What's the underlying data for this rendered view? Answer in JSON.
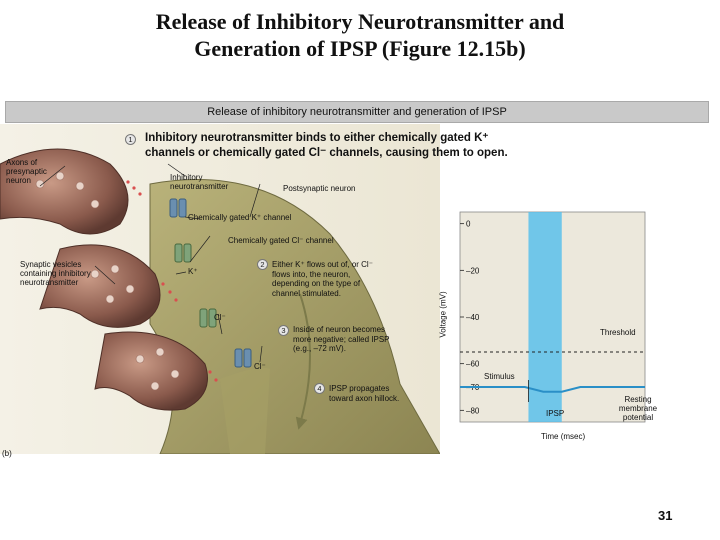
{
  "slide": {
    "title_line1": "Release of Inhibitory Neurotransmitter and",
    "title_line2": "Generation of IPSP (Figure 12.15b)",
    "page_number": "31"
  },
  "figure": {
    "banner": "Release of inhibitory neurotransmitter and generation of IPSP",
    "panel_label": "(b)"
  },
  "illustration": {
    "labels": {
      "axons": "Axons of presynaptic neuron",
      "inhibitory_nt": "Inhibitory neurotransmitter",
      "postsynaptic": "Postsynaptic neuron",
      "k_channel": "Chemically gated K⁺ channel",
      "cl_channel": "Chemically gated Cl⁻ channel",
      "vesicles": "Synaptic vesicles containing inhibitory neurotransmitter",
      "k_ion": "K⁺",
      "cl_ion_1": "Cl⁻",
      "cl_ion_2": "Cl⁻"
    },
    "steps": [
      {
        "number": "1",
        "text": "Inhibitory neurotransmitter binds to either chemically gated K⁺ channels or chemically gated Cl⁻ channels, causing them to open."
      },
      {
        "number": "2",
        "text": "Either K⁺ flows out of, or Cl⁻ flows into, the neuron, depending on the type of channel stimulated."
      },
      {
        "number": "3",
        "text": "Inside of neuron becomes more negative; called IPSP (e.g., –72 mV)."
      },
      {
        "number": "4",
        "text": "IPSP propagates toward axon hillock."
      }
    ]
  },
  "graph": {
    "ylabel": "Voltage (mV)",
    "xlabel": "Time (msec)",
    "yticks": [
      "0",
      "–20",
      "–40",
      "–60",
      "–70",
      "–80"
    ],
    "threshold_label": "Threshold",
    "stimulus_label": "Stimulus",
    "ipsp_label": "IPSP",
    "resting_label": "Resting membrane potential",
    "colors": {
      "stimulus_band": "#5bc0eb",
      "curve": "#2a8fc7",
      "threshold": "#222222",
      "panel_bg": "#ece8dc"
    }
  },
  "chart_data": {
    "type": "line",
    "title": "",
    "xlabel": "Time (msec)",
    "ylabel": "Voltage (mV)",
    "ylim": [
      -85,
      5
    ],
    "yticks": [
      0,
      -20,
      -40,
      -60,
      -70,
      -80
    ],
    "threshold": -55,
    "series": [
      {
        "name": "",
        "t": [
          0,
          0.35,
          0.45,
          0.55,
          0.65,
          1.0
        ],
        "values": [
          -70,
          -70,
          -72,
          -72,
          -70,
          -70
        ]
      }
    ],
    "annotations": [
      "Threshold",
      "Stimulus",
      "IPSP",
      "Resting membrane potential"
    ]
  }
}
